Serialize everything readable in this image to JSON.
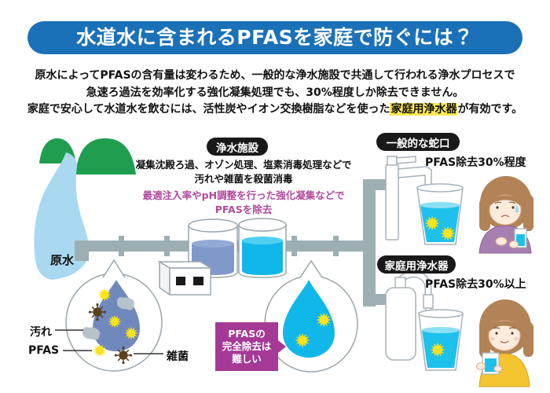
{
  "title": "水道水に含まれるPFASを家庭で防ぐには？",
  "intro": {
    "line1": "原水によってPFASの含有量は変わるため、一般的な浄水施設で共通して行われる浄水プロセスで",
    "line2": "急速ろ過法を効率化する強化凝集処理でも、30%程度しか除去できません。",
    "line3_pre": "家庭で安心して水道水を飲むには、活性炭やイオン交換樹脂などを使った",
    "line3_highlight": "家庭用浄水器",
    "line3_post": "が有効です。"
  },
  "diagram": {
    "raw_water_label": "原水",
    "plant": {
      "badge": "浄水施設",
      "desc1": "凝集沈殿ろ過、オゾン処理、塩素消毒処理などで",
      "desc2": "汚れや雑菌を殺菌消毒",
      "pfas1": "最適注入率やpH調整を行った強化凝集などで",
      "pfas2": "PFASを除去"
    },
    "magnifier": {
      "dirt": "汚れ",
      "pfas": "PFAS",
      "bacteria": "雑菌"
    },
    "callout": {
      "line1": "PFASの",
      "line2": "完全除去は",
      "line3": "難しい"
    },
    "tap": {
      "badge": "一般的な蛇口",
      "result": "PFAS除去30%程度"
    },
    "home_purifier": {
      "badge": "家庭用浄水器",
      "result": "PFAS除去30%以上"
    }
  },
  "icons": {
    "pfas": "yellow-star-burst",
    "bacteria": "brown-spiky-microbe",
    "dirt": "gray-blob"
  },
  "colors": {
    "title_bg": "#1b71b7",
    "badge_bg": "#191919",
    "highlight": "#ffe94f",
    "pfas_text": "#b14a9e",
    "callout_bg": "#a53a96",
    "mountain_green": "#1f9e50",
    "river_blue": "#a9d9f0",
    "pipe_gray": "#9dafb2",
    "dirty_water": "#7089bd",
    "tank_dirty_water": "#8099cb",
    "clean_water": "#12b7e9",
    "glass_water": "#1ec1ec",
    "star_yellow": "#f9e31c"
  }
}
